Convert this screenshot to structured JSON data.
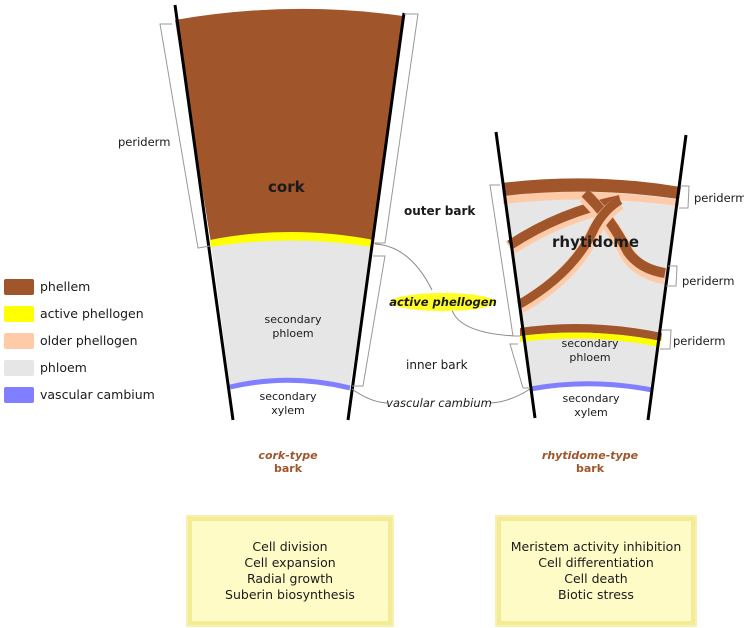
{
  "legend": [
    {
      "label": "phellem",
      "color": "#a0552a"
    },
    {
      "label": "active phellogen",
      "color": "#ffff00"
    },
    {
      "label": "older phellogen",
      "color": "#ffcaa8"
    },
    {
      "label": "phloem",
      "color": "#e6e6e6"
    },
    {
      "label": "vascular cambium",
      "color": "#8080ff"
    }
  ],
  "left": {
    "cork": "cork",
    "periderm": "periderm",
    "secondary_phloem": [
      "secondary",
      "phloem"
    ],
    "secondary_xylem": [
      "secondary",
      "xylem"
    ],
    "title": [
      "cork-type",
      "bark"
    ]
  },
  "middle": {
    "outer_bark": "outer bark",
    "active_phellogen": "active phellogen",
    "inner_bark": "inner bark",
    "vascular_cambium": "vascular cambium"
  },
  "right": {
    "rhytidome": "rhytidome",
    "periderm_1": "periderm",
    "periderm_2": "periderm",
    "periderm_3": "periderm",
    "secondary_phloem": [
      "secondary",
      "phloem"
    ],
    "secondary_xylem": [
      "secondary",
      "xylem"
    ],
    "title": [
      "rhytidome-type",
      "bark"
    ]
  },
  "boxes": {
    "left": [
      "Cell division",
      "Cell expansion",
      "Radial growth",
      "Suberin biosynthesis"
    ],
    "right": [
      "Meristem activity inhibition",
      "Cell differentiation",
      "Cell death",
      "Biotic stress"
    ]
  }
}
